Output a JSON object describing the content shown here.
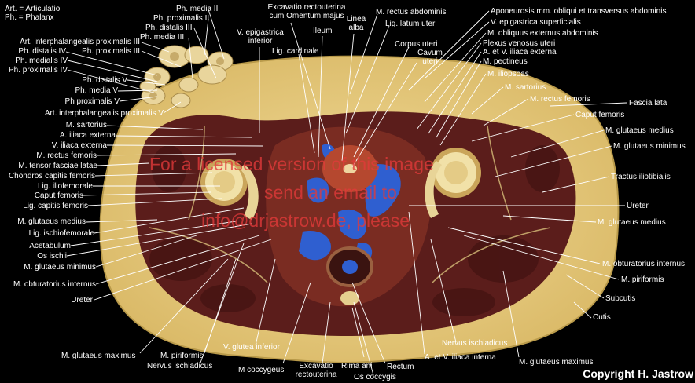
{
  "legend": [
    "Art. = Articulatio",
    "Ph. = Phalanx"
  ],
  "labels_top": {
    "ph_media_II": "Ph. media II",
    "ph_proximalis_II": "Ph. proximalis II",
    "ph_distalis_III": "Ph. distalis III",
    "ph_media_III": "Ph. media III",
    "v_epigastrica_inferior": [
      "V. epigastrica",
      "inferior"
    ],
    "excavatio_rectouterina": [
      "Excavatio rectouterina",
      "cum Omentum majus"
    ],
    "ileum": "Ileum",
    "linea_alba": [
      "Linea",
      "alba"
    ],
    "m_rectus_abdominis": "M. rectus abdominis",
    "lig_latum_uteri": "Lig. latum uteri",
    "lig_cardinale": "Lig. cardinale",
    "corpus_uteri": "Corpus uteri",
    "cavum_uteri": [
      "Cavum",
      "uteri"
    ]
  },
  "labels_left": [
    "Art. interphalangealis proximalis III",
    "Ph. distalis IV",
    "Ph. proximalis III",
    "Ph. medialis IV",
    "Ph. proximalis IV",
    "Ph. distalis V",
    "Ph. media V",
    "Ph proximalis V",
    "Art. interphalangealis proximalis V",
    "M. sartorius",
    "A. iliaca externa",
    "V. iliaca externa",
    "M. rectus femoris",
    "M. tensor fasciae latae",
    "Chondros capitis femoris",
    "Lig. iliofemorale",
    "Caput femoris",
    "Lig. capitis femoris",
    "M. glutaeus medius",
    "Lig. ischiofemorale",
    "Acetabulum",
    "Os ischii",
    "M. glutaeus minimus",
    "M. obturatorius internus",
    "Ureter"
  ],
  "labels_right": [
    "Aponeurosis mm. obliqui et transversus abdominis",
    "V. epigastrica superficialis",
    "M. obliquus externus abdominis",
    "Plexus venosus uteri",
    "A. et V. iliaca externa",
    "M. pectineus",
    "M. iliopsoas",
    "M. sartorius",
    "M. rectus femoris",
    "Fascia lata",
    "Caput femoris",
    "M. glutaeus medius",
    "M. glutaeus minimus",
    "Tractus iliotibialis",
    "Ureter",
    "M. glutaeus medius",
    "M. obturatorius internus",
    "M. piriformis",
    "Subcutis",
    "Cutis"
  ],
  "labels_bottom": {
    "m_glutaeus_maximus_l": "M. glutaeus maximus",
    "m_piriformis": "M. piriformis",
    "nervus_ischiadicus_l": "Nervus ischiadicus",
    "v_glutea_inferior": "V. glutea inferior",
    "m_coccygeus": "M coccygeus",
    "excavatio_rectouterina": [
      "Excavatio",
      "rectouterina"
    ],
    "rima_ani": "Rima ani",
    "os_coccygis": "Os coccygis",
    "rectum": "Rectum",
    "a_v_iliaca_interna": "A. et V. iliaca interna",
    "nervus_ischiadicus_r": "Nervus ischiadicus",
    "m_glutaeus_maximus_r": "M. glutaeus maximus"
  },
  "watermark": [
    "For a licensed version of this image",
    "send an email to",
    "info@drjastrow.de, please"
  ],
  "copyright": "Copyright H. Jastrow",
  "colors": {
    "background": "#000000",
    "subcutis": "#e9cf86",
    "muscle": "#5a1c1a",
    "bone": "#f0dfa6",
    "blue": "#2f5fd0",
    "watermark": "#e23a3a"
  }
}
